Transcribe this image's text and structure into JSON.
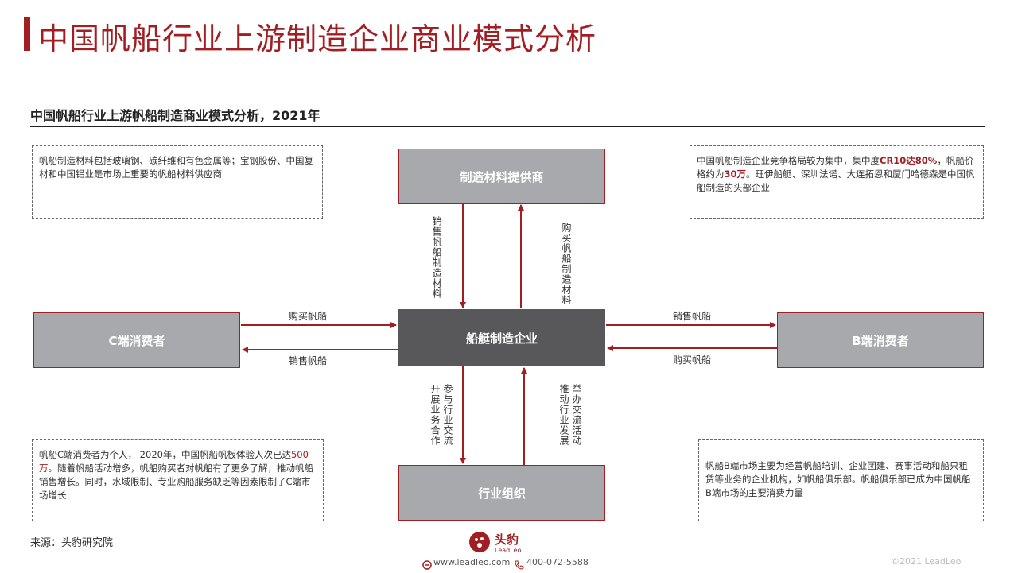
{
  "title": "中国帆船行业上游制造企业商业模式分析",
  "subtitle": "中国帆船行业上游帆船制造商业模式分析，2021年",
  "nodes": {
    "supplier": "制造材料提供商",
    "manufacturer": "船艇制造企业",
    "c_consumer": "C端消费者",
    "b_consumer": "B端消费者",
    "industry_org": "行业组织"
  },
  "edges": {
    "sell_materials": "销售帆船制造材料",
    "buy_materials": "购买帆船制造材料",
    "c_buy": "购买帆船",
    "c_sell": "销售帆船",
    "b_sell": "销售帆船",
    "b_buy": "购买帆船",
    "participate": "参与行业交流",
    "cooperate": "开展业务合作",
    "host": "举办交流活动",
    "promote": "推动行业发展"
  },
  "notes": {
    "top_left": "帆船制造材料包括玻璃钢、碳纤维和有色金属等；宝钢股份、中国复材和中国铝业是市场上重要的帆船材料供应商",
    "top_right": {
      "t1": "中国帆船制造企业竞争格局较为集中，集中度",
      "h1": "CR10达80%",
      "t2": "，帆船价格约为",
      "h2": "30万",
      "t3": "。玨伊船艇、深圳法诺、大连拓恩和厦门哈德森是中国帆船制造的头部企业"
    },
    "bottom_left": {
      "t1": "帆船C端消费者为个人， 2020年，中国帆船帆板体验人次已达",
      "h1": "500万",
      "t2": "。随着帆船活动增多，帆船购买者对帆船有了更多了解，推动帆船销售增长。同时，水域限制、专业购船服务缺乏等因素限制了C端市场增长"
    },
    "bottom_right": "帆船B端市场主要为经营帆船培训、企业团建、赛事活动和船只租赁等业务的企业机构，如帆船俱乐部。帆船俱乐部已成为中国帆船B端市场的主要消费力量"
  },
  "source": "来源：头豹研究院",
  "footer": {
    "brand": "头豹",
    "brand_en": "LeadLeo",
    "website": "www.leadleo.com",
    "phone": "400-072-5588",
    "copyright": "©2021 LeadLeo"
  },
  "colors": {
    "accent": "#a31e22",
    "node_grey": "#a7a9ac",
    "node_dark": "#58585a"
  }
}
